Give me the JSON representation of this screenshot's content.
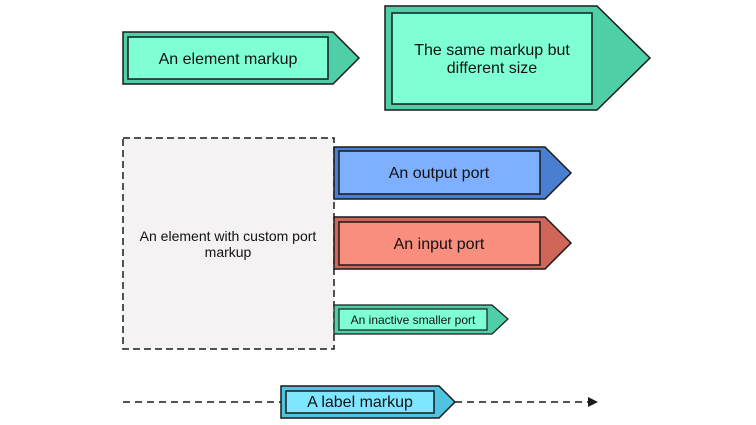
{
  "colors": {
    "mint_inner": "#7fffd4",
    "mint_outer": "#4fcfa7",
    "blue_inner": "#7fb0ff",
    "blue_outer": "#4a7fd0",
    "salmon_inner": "#fa8e7e",
    "salmon_outer": "#d06658",
    "cyan_inner": "#7fe6ff",
    "cyan_outer": "#4fc3df",
    "custom_fill": "#f4f2f2",
    "stroke": "#1a1a1a"
  },
  "diagram": {
    "element_small": {
      "label": "An element markup"
    },
    "element_large": {
      "label_line1": "The same markup but",
      "label_line2": "different size"
    },
    "custom_element": {
      "label_line1": "An element with custom port",
      "label_line2": "markup"
    },
    "output_port": {
      "label": "An output port"
    },
    "input_port": {
      "label": "An input port"
    },
    "inactive_port": {
      "label": "An inactive smaller port"
    },
    "link": {
      "label": "A label markup"
    }
  }
}
